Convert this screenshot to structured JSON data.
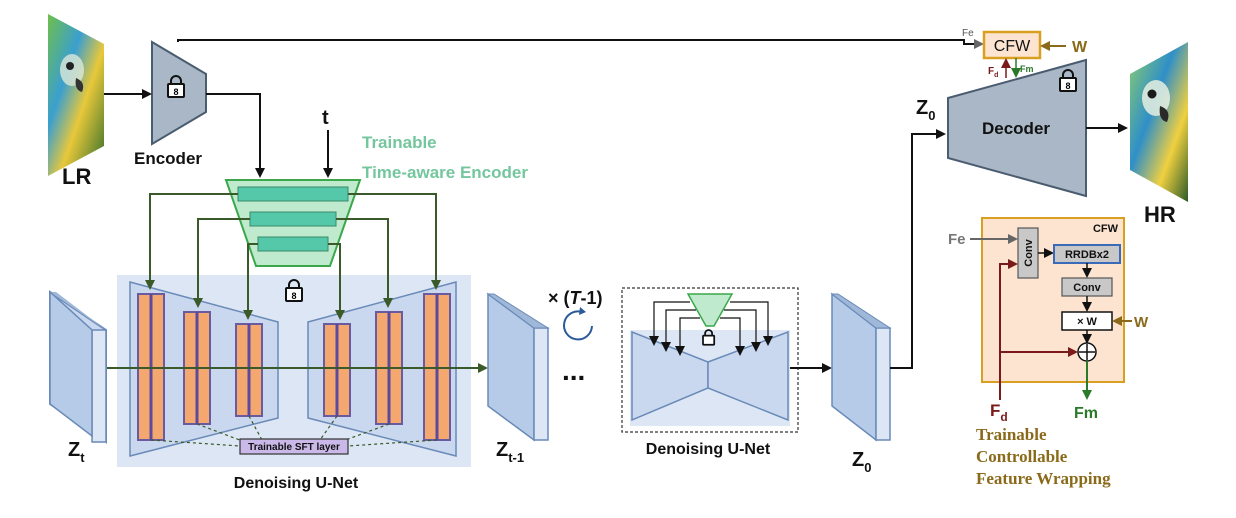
{
  "labels": {
    "lr": "LR",
    "hr": "HR",
    "encoder": "Encoder",
    "decoder": "Decoder",
    "t": "t",
    "trainable_line1": "Trainable",
    "trainable_line2": "Time-aware Encoder",
    "denoising_unet": "Denoising U-Net",
    "denoising_unet_small": "Denoising U-Net",
    "sft_layer": "Trainable SFT layer",
    "repeat_x": "× (",
    "repeat_T": "T",
    "repeat_tail": "-1)",
    "dots": "...",
    "z_t_main": "Z",
    "z_t_sub": "t",
    "z_t1_main": "Z",
    "z_t1_sub": "t-1",
    "z0_main": "Z",
    "z0_sub": "0",
    "z0_top_main": "Z",
    "z0_top_sub": "0",
    "cfw": "CFW",
    "w": "W",
    "fe_small": "Fe",
    "fd_small_main": "F",
    "fd_small_sub": "d",
    "fm_small": "Fm",
    "cfw_detail_title": "CFW",
    "conv_vertical": "Conv",
    "rrdb": "RRDBx2",
    "conv": "Conv",
    "times_w": "× W",
    "w_detail": "W",
    "fe_detail": "Fe",
    "fd_main": "F",
    "fd_sub": "d",
    "fm": "Fm",
    "caption_line1": "Trainable",
    "caption_line2": "Controllable",
    "caption_line3": "Feature Wrapping"
  },
  "colors": {
    "gray_block": "#a9b7c6",
    "gray_block_stroke": "#4a5d70",
    "unet_bg": "#dce6f4",
    "unet_shape": "#c9d8ee",
    "trainable_green": "#74c69d",
    "trainable_fill": "#bfeacd",
    "trainable_bar": "#54c8a8",
    "orange_bar": "#f4a870",
    "purple_line": "#5b4a9e",
    "dark_green": "#3a5a2a",
    "cfw_box_fill": "#fde4d0",
    "cfw_border": "#d9a020",
    "brown": "#8a6a1a",
    "dark_red": "#7a1a1a",
    "green_text": "#2a7a2a",
    "conv_gray": "#c8c8c8"
  },
  "icons": {
    "lock": "lock-icon",
    "loop": "loop-arrow-icon",
    "plus": "circled-plus-icon"
  }
}
